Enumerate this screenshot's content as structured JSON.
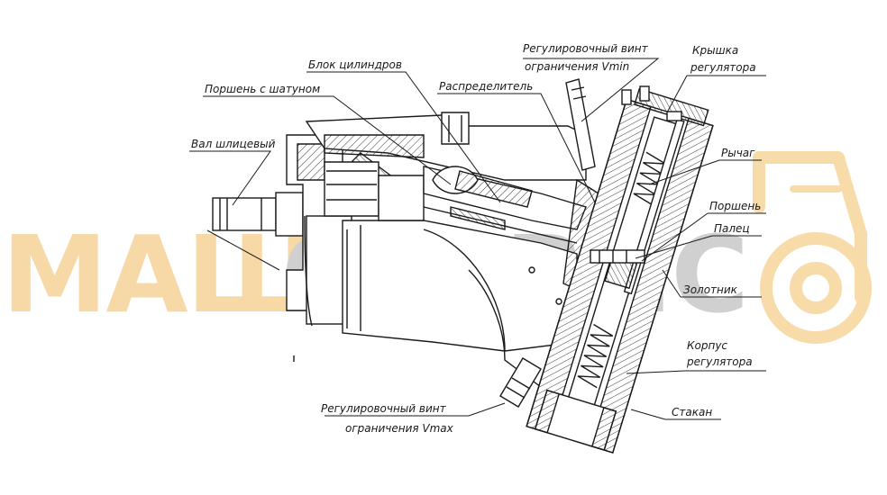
{
  "watermark": {
    "text_left": "МАШ",
    "text_right": "СЕРВИС",
    "color_left": "#f7d9a8",
    "color_right": "#d0d0d0",
    "tractor_color": "#f7dcaa",
    "icon": "tractor-icon"
  },
  "callouts": [
    {
      "id": "shaft",
      "lines": [
        "Вал шлицевый"
      ]
    },
    {
      "id": "piston-rod",
      "lines": [
        "Поршень с шатуном"
      ]
    },
    {
      "id": "cylinder-block",
      "lines": [
        "Блок цилиндров"
      ]
    },
    {
      "id": "distributor",
      "lines": [
        "Распределитель"
      ]
    },
    {
      "id": "vmin-screw",
      "lines": [
        "Регулировочный винт",
        "ограничения Vmin"
      ]
    },
    {
      "id": "regulator-cover",
      "lines": [
        "Крышка",
        "регулятора"
      ]
    },
    {
      "id": "lever",
      "lines": [
        "Рычаг"
      ]
    },
    {
      "id": "piston",
      "lines": [
        "Поршень"
      ]
    },
    {
      "id": "pin",
      "lines": [
        "Палец"
      ]
    },
    {
      "id": "spool",
      "lines": [
        "Золотник"
      ]
    },
    {
      "id": "regulator-body",
      "lines": [
        "Корпус",
        "регулятора"
      ]
    },
    {
      "id": "cup",
      "lines": [
        "Стакан"
      ]
    },
    {
      "id": "vmax-screw",
      "lines": [
        "Регулировочный винт",
        "ограничения Vmax"
      ]
    }
  ],
  "colors": {
    "line": "#1a1a1a",
    "hatch": "#3a3a3a",
    "paper": "#ffffff"
  }
}
